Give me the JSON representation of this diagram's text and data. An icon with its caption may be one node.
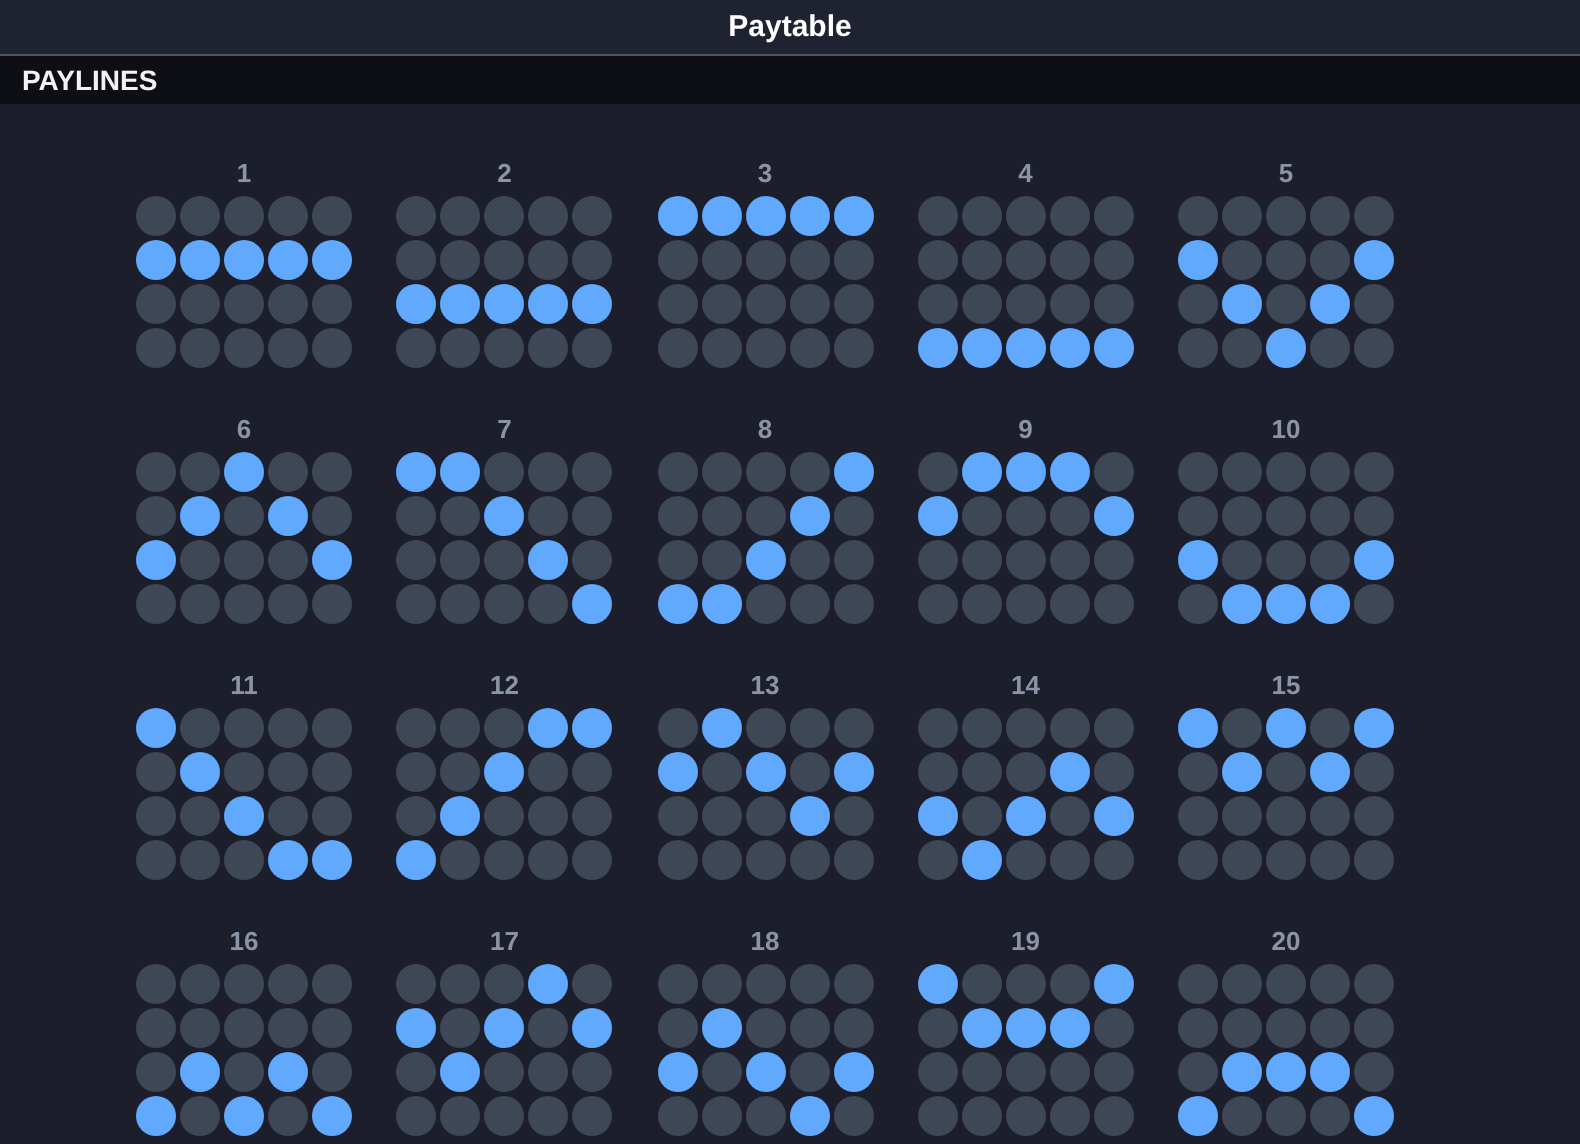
{
  "diagram": {
    "title": "Paytable",
    "labels": [
      "PAYLINES",
      "1",
      "2",
      "3",
      "4",
      "5",
      "6",
      "7",
      "8",
      "9",
      "10",
      "11",
      "12",
      "13",
      "14",
      "15",
      "16",
      "17",
      "18",
      "19",
      "20"
    ]
  }
}
